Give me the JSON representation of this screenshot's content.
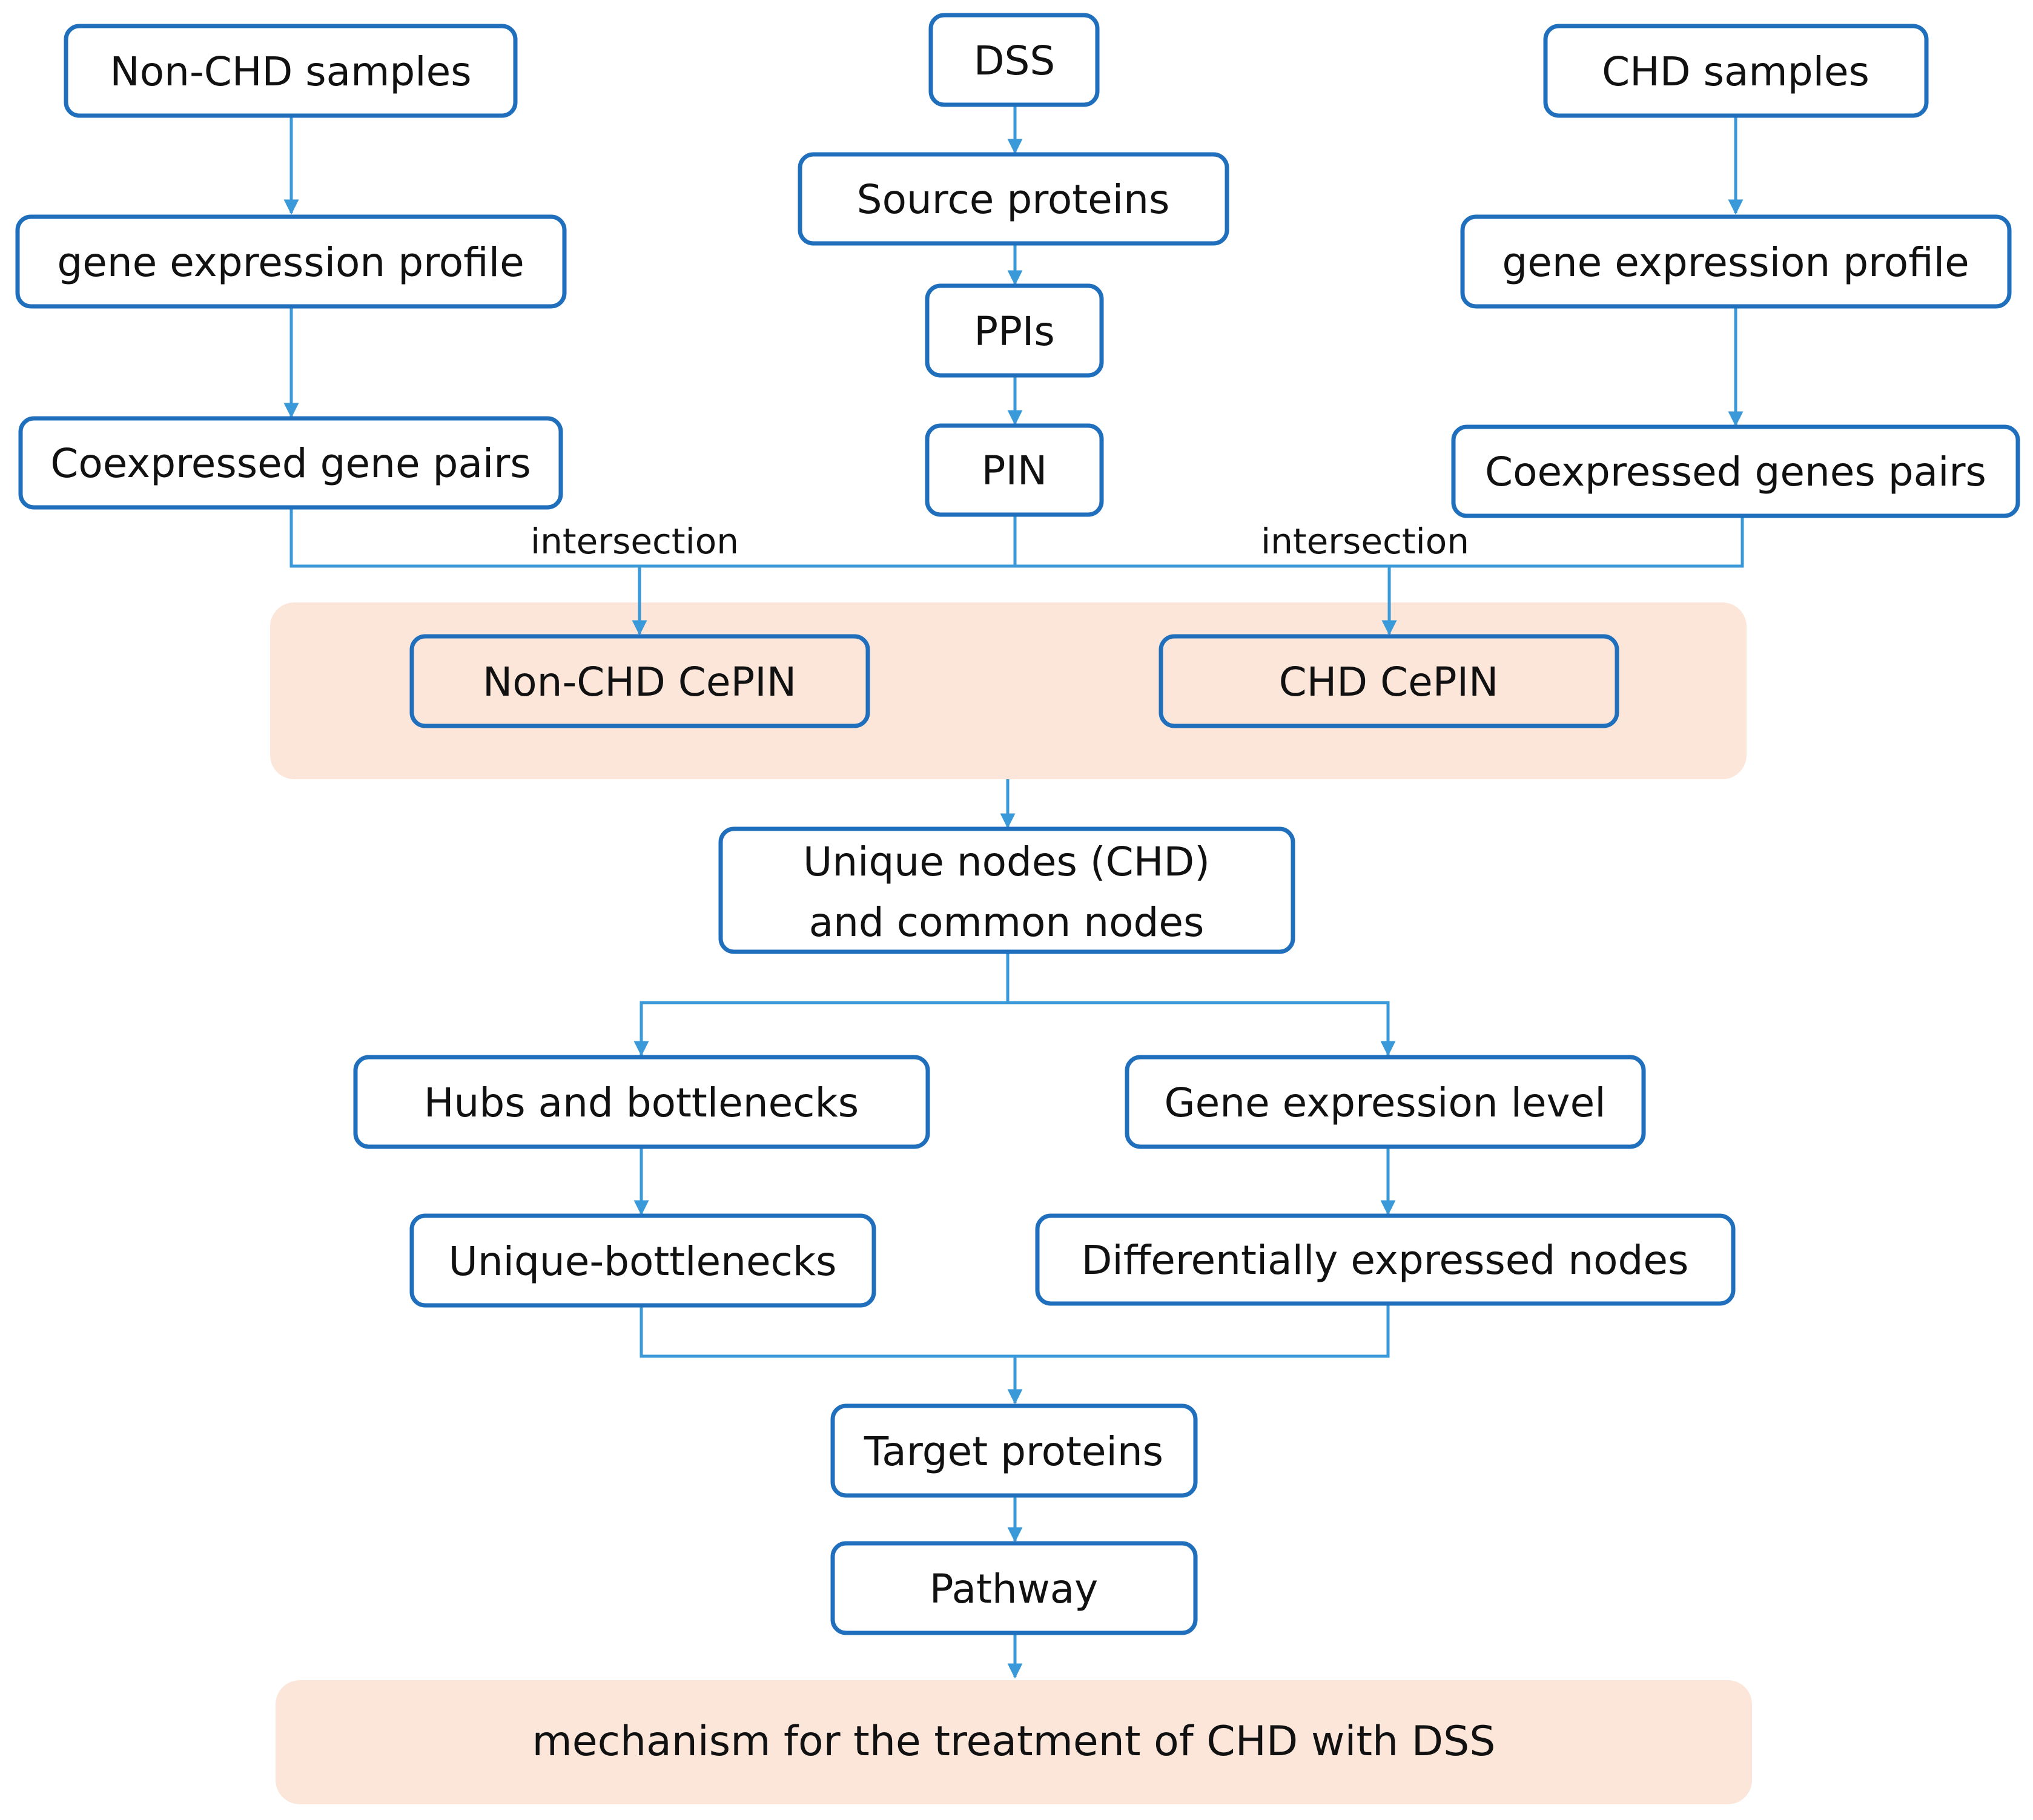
{
  "colors": {
    "box_border": "#1f6fbd",
    "connector": "#3a9ad9",
    "panel_fill": "#fce5d9",
    "background": "#ffffff"
  },
  "nodes": {
    "non_chd_samples": "Non-CHD samples",
    "dss": "DSS",
    "chd_samples": "CHD samples",
    "gene_expression_profile_left": "gene expression profile",
    "source_proteins": "Source proteins",
    "gene_expression_profile_right": "gene expression profile",
    "ppis": "PPIs",
    "coexpressed_gene_pairs_left": "Coexpressed gene pairs",
    "pin": "PIN",
    "coexpressed_gene_pairs_right": "Coexpressed genes pairs",
    "non_chd_cepin": "Non-CHD CePIN",
    "chd_cepin": "CHD CePIN",
    "unique_nodes_line1": "Unique nodes (CHD)",
    "unique_nodes_line2": "and common nodes",
    "hubs_and_bottlenecks": "Hubs and bottlenecks",
    "gene_expression_level": "Gene expression level",
    "unique_bottlenecks": "Unique-bottlenecks",
    "differentially_expressed_nodes": "Differentially expressed nodes",
    "target_proteins": "Target proteins",
    "pathway": "Pathway",
    "mechanism": "mechanism for the treatment of CHD with DSS"
  },
  "edge_labels": {
    "intersection_left": "intersection",
    "intersection_right": "intersection"
  }
}
